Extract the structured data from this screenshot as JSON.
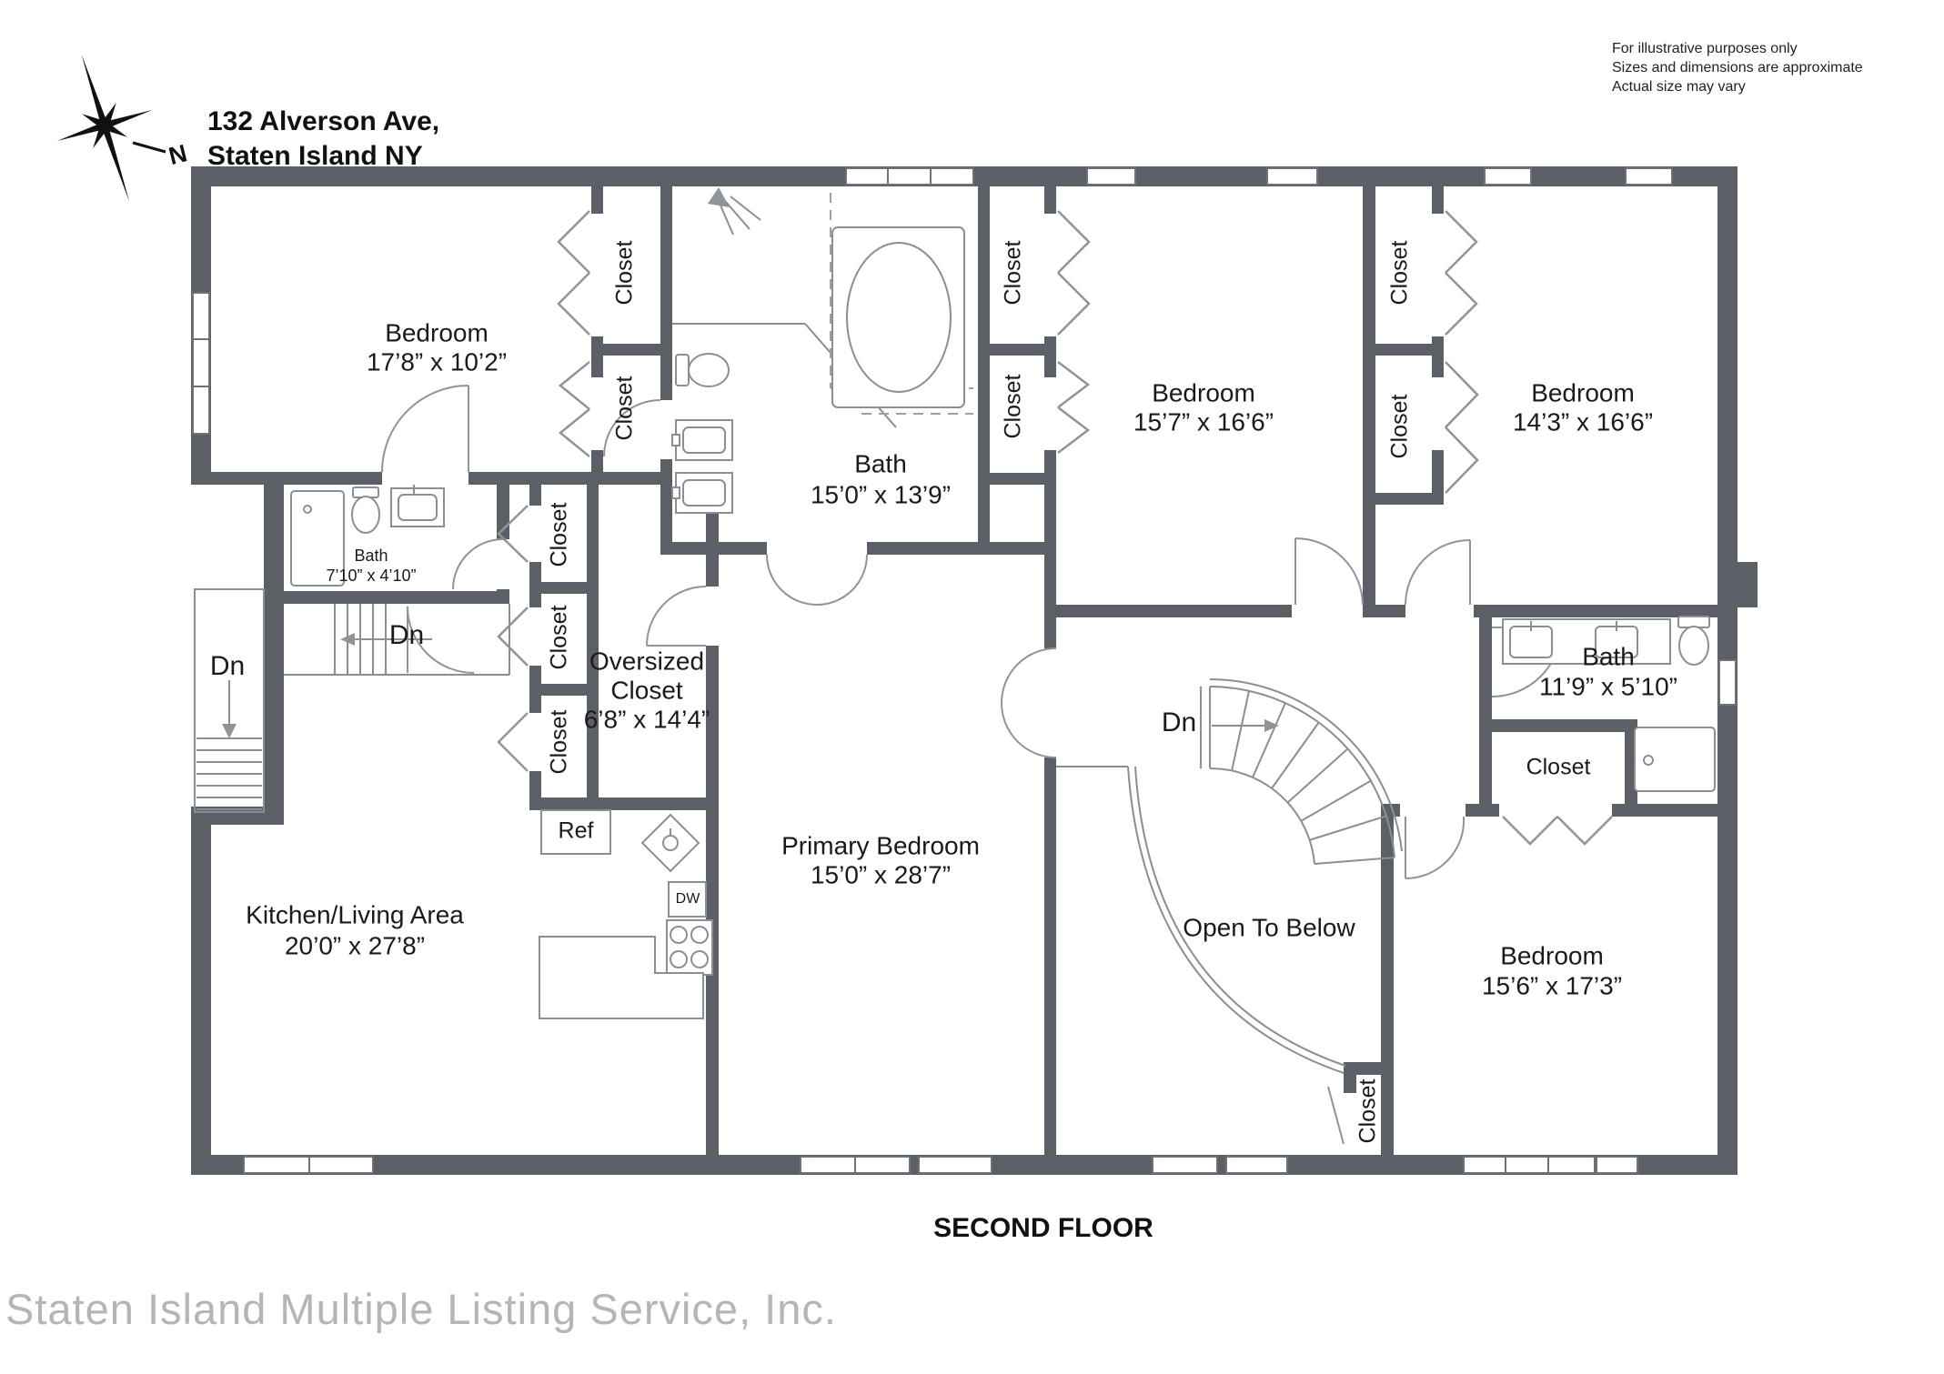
{
  "header": {
    "address_line1": "132 Alverson Ave,",
    "address_line2": "Staten Island NY",
    "compass": "N"
  },
  "disclaimer": {
    "line1": "For illustrative purposes only",
    "line2": "Sizes and dimensions are approximate",
    "line3": "Actual size may vary"
  },
  "caption": "SECOND FLOOR",
  "watermark": "Staten Island Multiple Listing Service, Inc.",
  "labels": {
    "closet": "Closet",
    "down": "Dn",
    "ref": "Ref",
    "dw": "DW"
  },
  "rooms": {
    "bedroom_top_left": {
      "name": "Bedroom",
      "dims": "17’8” x 10’2”"
    },
    "bath_main": {
      "name": "Bath",
      "dims": "15’0” x 13’9”"
    },
    "bedroom_top_middle": {
      "name": "Bedroom",
      "dims": "15’7” x 16’6”"
    },
    "bedroom_top_right": {
      "name": "Bedroom",
      "dims": "14’3” x 16’6”"
    },
    "bath_small": {
      "name": "Bath",
      "dims": "7’10” x 4’10”"
    },
    "oversized_closet": {
      "line1": "Oversized",
      "line2": "Closet",
      "dims": "6’8” x 14’4”"
    },
    "kitchen_living": {
      "name": "Kitchen/Living Area",
      "dims": "20’0” x 27’8”"
    },
    "primary_bedroom": {
      "name": "Primary Bedroom",
      "dims": "15’0” x 28’7”"
    },
    "bath_right": {
      "name": "Bath",
      "dims": "11’9” x 5’10”"
    },
    "bedroom_bottom_right": {
      "name": "Bedroom",
      "dims": "15’6” x 17’3”"
    },
    "open_to_below": {
      "name": "Open To Below"
    }
  },
  "colors": {
    "wall_fill": "#5b6067",
    "label_text": "#1a1a1a",
    "watermark": "#b5b5b5"
  }
}
